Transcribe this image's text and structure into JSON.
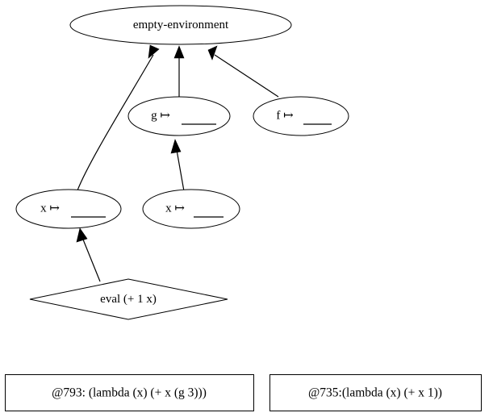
{
  "diagram": {
    "title": "environment-diagram",
    "background_color": "#ffffff",
    "line_color": "#000000",
    "nodes": {
      "empty_environment": {
        "label": "empty-environment",
        "shape": "ellipse"
      },
      "frame_g": {
        "label": "g ↦",
        "blank": "___",
        "shape": "ellipse"
      },
      "frame_f": {
        "label": "f ↦",
        "blank": "___",
        "shape": "ellipse"
      },
      "frame_x_left": {
        "label": "x ↦",
        "blank": "___",
        "shape": "ellipse"
      },
      "frame_x_right": {
        "label": "x ↦",
        "blank": "___",
        "shape": "ellipse"
      },
      "eval_node": {
        "label": "eval (+ 1 x)",
        "shape": "diamond"
      }
    },
    "boxes": [
      {
        "label": "@793: (lambda (x) (+ x (g 3)))"
      },
      {
        "label": "@735:(lambda (x) (+ x 1))"
      }
    ],
    "edges": [
      {
        "from": "frame_x_left",
        "to": "empty_environment"
      },
      {
        "from": "frame_g",
        "to": "empty_environment"
      },
      {
        "from": "frame_f",
        "to": "empty_environment"
      },
      {
        "from": "frame_x_right",
        "to": "frame_g"
      },
      {
        "from": "eval_node",
        "to": "frame_x_left"
      }
    ]
  }
}
